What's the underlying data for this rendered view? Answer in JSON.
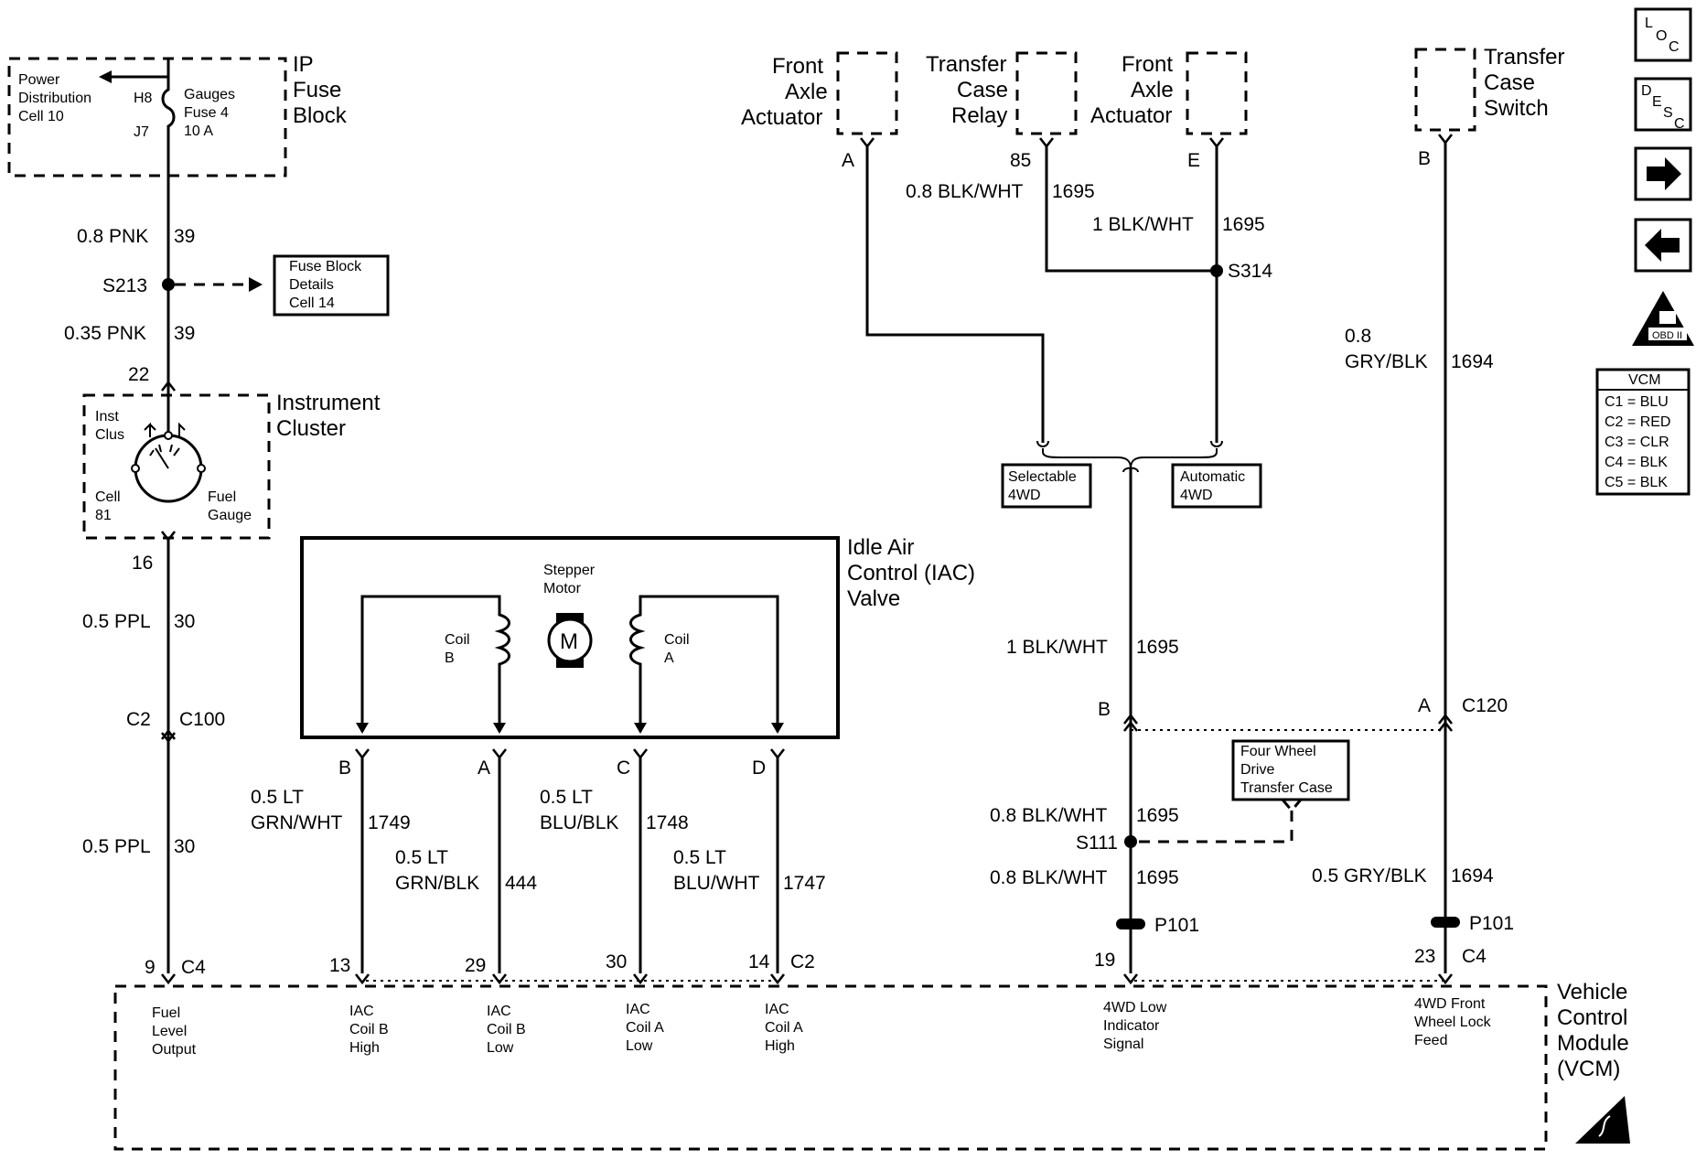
{
  "ip_fuse_block": {
    "title": [
      "IP",
      "Fuse",
      "Block"
    ],
    "power_dist": [
      "Power",
      "Distribution",
      "Cell 10"
    ],
    "pin_h8": "H8",
    "pin_j7": "J7",
    "fuse": [
      "Gauges",
      "Fuse 4",
      "10 A"
    ]
  },
  "left_circuit": {
    "wire1": {
      "gauge": "0.8 PNK",
      "num": "39"
    },
    "splice": "S213",
    "ref_box": [
      "Fuse Block",
      "Details",
      "Cell 14"
    ],
    "wire2": {
      "gauge": "0.35 PNK",
      "num": "39"
    },
    "pin_22": "22",
    "cluster_title": [
      "Instrument",
      "Cluster"
    ],
    "cluster_ref": [
      "Inst",
      "Clus",
      "Cell",
      "81"
    ],
    "gauge_label": [
      "Fuel",
      "Gauge"
    ],
    "pin_16": "16",
    "wire3": {
      "gauge": "0.5 PPL",
      "num": "30"
    },
    "conn_left": "C2",
    "conn_right": "C100",
    "wire4": {
      "gauge": "0.5 PPL",
      "num": "30"
    },
    "pin_9": "9",
    "conn_c4": "C4",
    "vcm_label": [
      "Fuel",
      "Level",
      "Output"
    ]
  },
  "iac": {
    "title": [
      "Idle Air",
      "Control (IAC)",
      "Valve"
    ],
    "motor_label": [
      "Stepper",
      "Motor"
    ],
    "motor_symbol": "M",
    "coil_b": [
      "Coil",
      "B"
    ],
    "coil_a": [
      "Coil",
      "A"
    ],
    "pins": [
      "B",
      "A",
      "C",
      "D"
    ],
    "wire_b": {
      "gauge": [
        "0.5 LT",
        "GRN/WHT"
      ],
      "num": "1749"
    },
    "wire_a": {
      "gauge": [
        "0.5 LT",
        "GRN/BLK"
      ],
      "num": "444"
    },
    "wire_c": {
      "gauge": [
        "0.5 LT",
        "BLU/BLK"
      ],
      "num": "1748"
    },
    "wire_d": {
      "gauge": [
        "0.5 LT",
        "BLU/WHT"
      ],
      "num": "1747"
    },
    "vcm_pins": [
      "13",
      "29",
      "30",
      "14"
    ],
    "conn_c2": "C2",
    "vcm_labels": [
      [
        "IAC",
        "Coil B",
        "High"
      ],
      [
        "IAC",
        "Coil B",
        "Low"
      ],
      [
        "IAC",
        "Coil A",
        "Low"
      ],
      [
        "IAC",
        "Coil A",
        "High"
      ]
    ]
  },
  "four_wd": {
    "front_axle_1": [
      "Front",
      "Axle",
      "Actuator"
    ],
    "pin_a": "A",
    "transfer_relay": [
      "Transfer",
      "Case",
      "Relay"
    ],
    "pin_85": "85",
    "wire_relay": {
      "gauge": "0.8 BLK/WHT",
      "num": "1695"
    },
    "front_axle_2": [
      "Front",
      "Axle",
      "Actuator"
    ],
    "pin_e": "E",
    "wire_axle": {
      "gauge": "1 BLK/WHT",
      "num": "1695"
    },
    "splice_s314": "S314",
    "selectable": [
      "Selectable",
      "4WD"
    ],
    "automatic": [
      "Automatic",
      "4WD"
    ],
    "wire_main": {
      "gauge": "1 BLK/WHT",
      "num": "1695"
    },
    "pin_b": "B",
    "ref_box": [
      "Four Wheel",
      "Drive",
      "Transfer Case"
    ],
    "wire_s111_top": {
      "gauge": "0.8 BLK/WHT",
      "num": "1695"
    },
    "splice_s111": "S111",
    "wire_s111_bot": {
      "gauge": "0.8 BLK/WHT",
      "num": "1695"
    },
    "p101_left": "P101",
    "pin_19": "19",
    "vcm_label": [
      "4WD Low",
      "Indicator",
      "Signal"
    ]
  },
  "transfer_switch": {
    "title": [
      "Transfer",
      "Case",
      "Switch"
    ],
    "pin_b": "B",
    "wire1": {
      "gauge": [
        "0.8",
        "GRY/BLK"
      ],
      "num": "1694"
    },
    "pin_a": "A",
    "conn_c120": "C120",
    "wire2": {
      "gauge": "0.5 GRY/BLK",
      "num": "1694"
    },
    "p101_right": "P101",
    "pin_23": "23",
    "conn_c4": "C4",
    "vcm_label": [
      "4WD Front",
      "Wheel Lock",
      "Feed"
    ]
  },
  "vcm": {
    "title": [
      "Vehicle",
      "Control",
      "Module",
      "(VCM)"
    ]
  },
  "side_icons": {
    "loc_icon": "LOC",
    "desc_icon": "DESC",
    "next_icon": "arrow-right",
    "prev_icon": "arrow-left",
    "obd_icon": "OBD II"
  },
  "legend": {
    "title": "VCM",
    "rows": [
      "C1 = BLU",
      "C2 = RED",
      "C3 = CLR",
      "C4 = BLK",
      "C5 = BLK"
    ]
  }
}
